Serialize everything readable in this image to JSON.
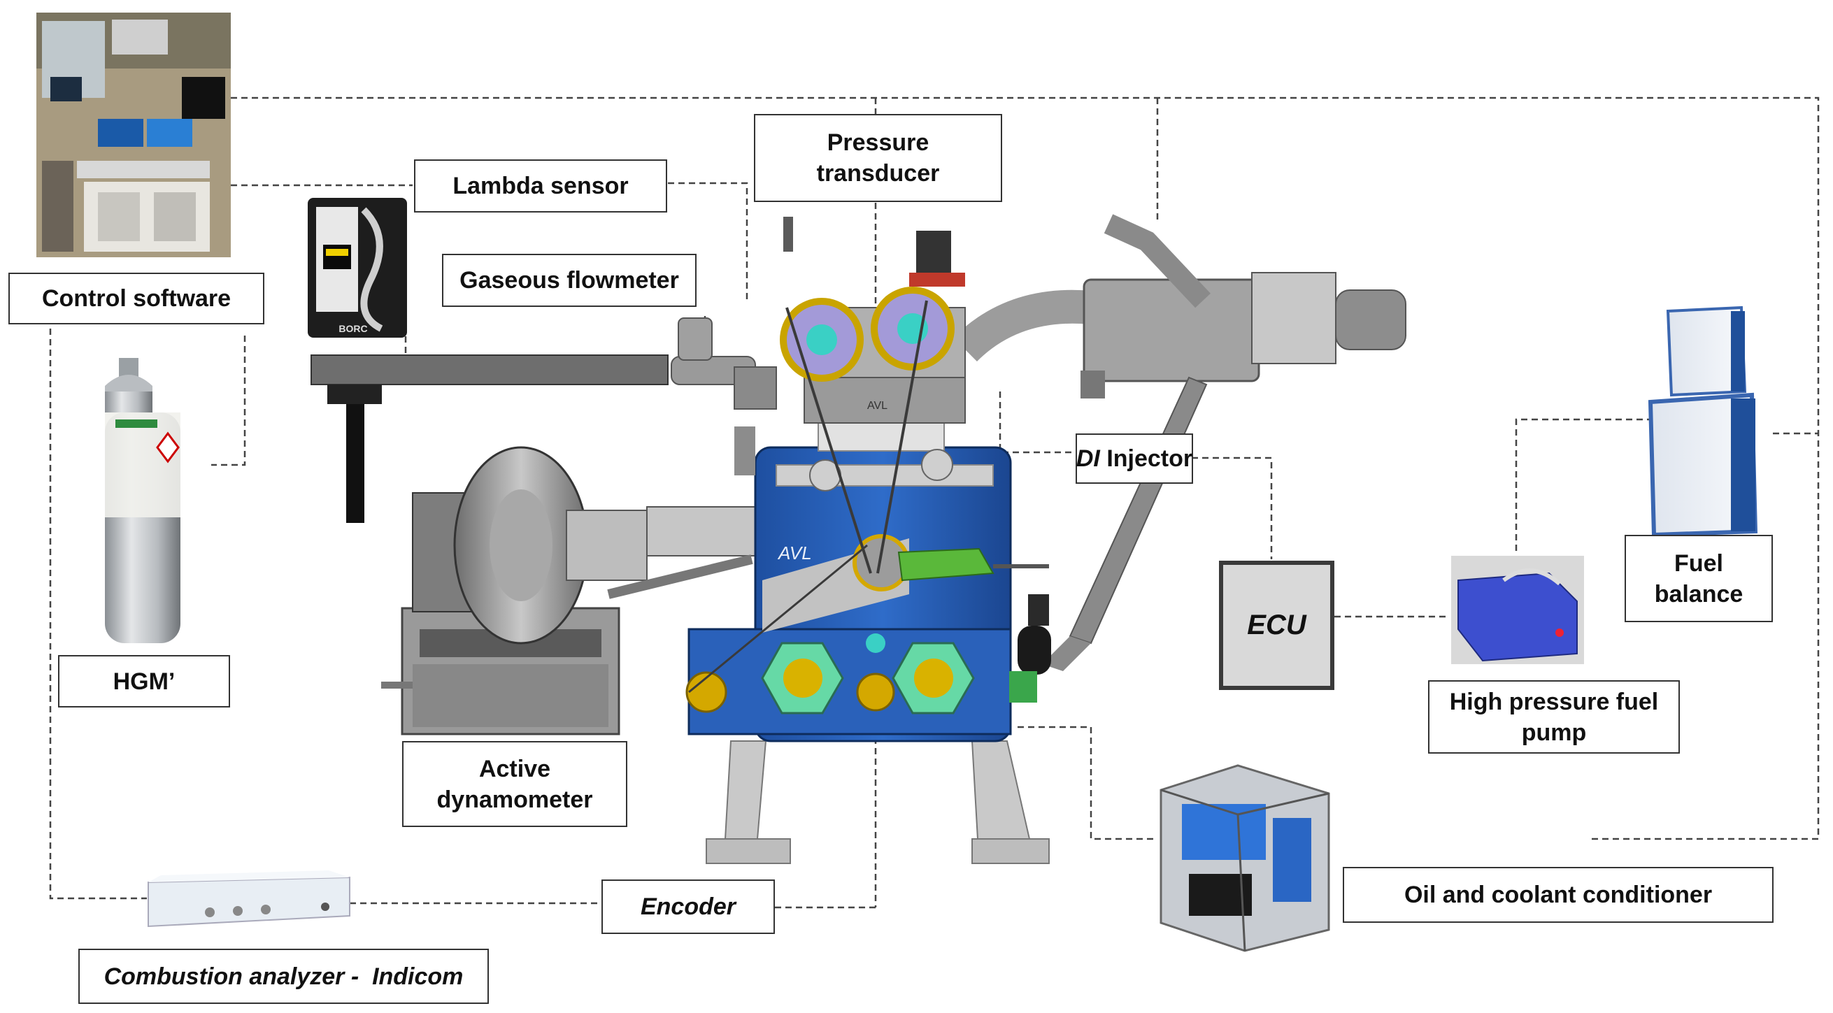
{
  "labels": {
    "control_software": "Control software",
    "lambda_sensor": "Lambda sensor",
    "gaseous_flowmeter": "Gaseous flowmeter",
    "pressure_transducer_1": "Pressure",
    "pressure_transducer_2": "transducer",
    "hgm": "HGM’",
    "active_dyno_1": "Active",
    "active_dyno_2": "dynamometer",
    "di_prefix": "DI",
    "di_suffix": " Injector",
    "ecu": "ECU",
    "fuel_balance_1": "Fuel",
    "fuel_balance_2": "balance",
    "hp_pump_1": "High pressure fuel",
    "hp_pump_2": "pump",
    "oil_coolant": "Oil and coolant conditioner",
    "encoder": "Encoder",
    "combustion_analyzer": "Combustion analyzer -  Indicom"
  },
  "device_text": {
    "flowmeter_brand": "BORC",
    "engine_brand": "AVL",
    "cylinder_head_brand": "AVL"
  }
}
